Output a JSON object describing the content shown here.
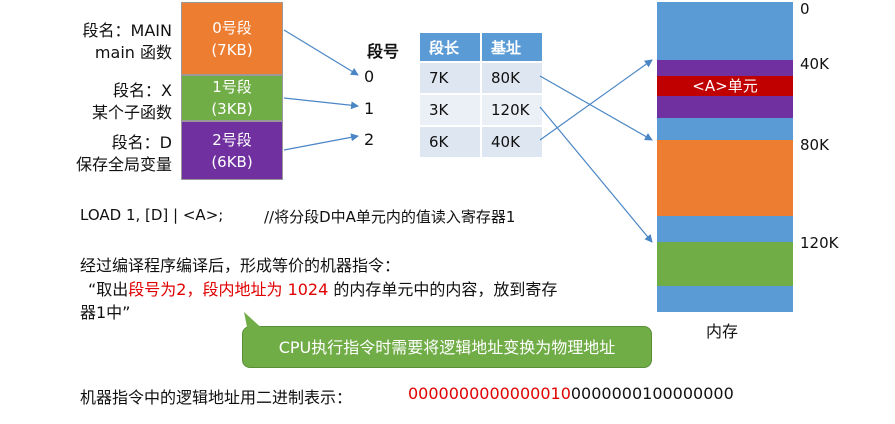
{
  "segments": [
    {
      "label_line1": "段名：MAIN",
      "label_line2": "main 函数",
      "box_line1": "0号段",
      "box_line2": "(7KB)",
      "color": "#ed7d31"
    },
    {
      "label_line1": "段名：X",
      "label_line2": "某个子函数",
      "box_line1": "1号段",
      "box_line2": "(3KB)",
      "color": "#70ad47"
    },
    {
      "label_line1": "段名：D",
      "label_line2": "保存全局变量",
      "box_line1": "2号段",
      "box_line2": "(6KB)",
      "color": "#7030a0"
    }
  ],
  "segnum_header": "段号",
  "segnums": [
    "0",
    "1",
    "2"
  ],
  "table": {
    "headers": [
      "段长",
      "基址"
    ],
    "rows": [
      [
        "7K",
        "80K"
      ],
      [
        "3K",
        "120K"
      ],
      [
        "6K",
        "40K"
      ]
    ]
  },
  "memory": {
    "title": "内存",
    "cell_label": "<A>单元",
    "addresses": [
      "0",
      "40K",
      "80K",
      "120K"
    ]
  },
  "instruction": {
    "code": "LOAD 1, [D] | <A>;",
    "comment": "//将分段D中A单元内的值读入寄存器1"
  },
  "compile_text": "经过编译程序编译后，形成等价的机器指令：",
  "machine": {
    "part1": "“取出",
    "red1": "段号为2，段内地址为 1024",
    "part2": " 的内存单元中的内容，放到寄存",
    "line2": "器1中”"
  },
  "callout": "CPU执行指令时需要将逻辑地址变换为物理地址",
  "binary": {
    "label": "机器指令中的逻辑地址用二进制表示：",
    "red": "0000000000000010",
    "black": "0000000100000000"
  },
  "colors": {
    "blue": "#5b9bd5",
    "orange": "#ed7d31",
    "green": "#70ad47",
    "purple": "#7030a0",
    "red_cell": "#c00000",
    "callout": "#70ad47"
  }
}
